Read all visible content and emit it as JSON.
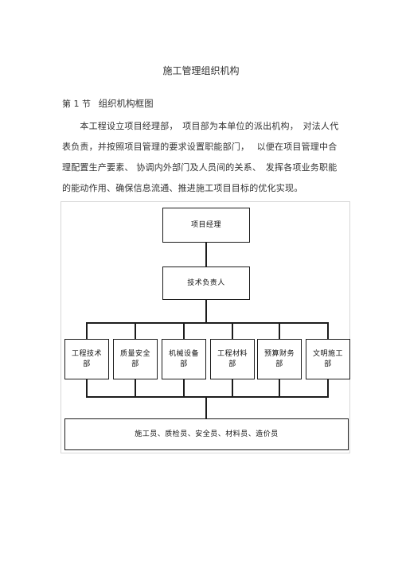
{
  "document": {
    "title": "施工管理组织机构",
    "section": {
      "number": "第 1 节",
      "title": "组织机构框图"
    },
    "paragraph_lines": [
      "　　本工程设立项目经理部，　项目部为本单位的派出机构，　对法人代",
      "表负责，并按照项目管理的要求设置职能部门，　 以便在项目管理中合",
      "理配置生产要素、 协调内外部门及人员间的关系、　发挥各项业务职能",
      "的能动作用、确保信息流通、推进施工项目目标的优化实现。"
    ]
  },
  "org_chart": {
    "top": "项目经理",
    "second": "技术负责人",
    "departments": [
      {
        "line1": "工程技术",
        "line2": "部"
      },
      {
        "line1": "质量安全",
        "line2": "部"
      },
      {
        "line1": "机械设备",
        "line2": "部"
      },
      {
        "line1": "工程材料",
        "line2": "部"
      },
      {
        "line1": "预算财务",
        "line2": "部"
      },
      {
        "line1": "文明施工",
        "line2": "部"
      }
    ],
    "bottom": "施工员、质检员、安全员、材料员、造价员"
  }
}
